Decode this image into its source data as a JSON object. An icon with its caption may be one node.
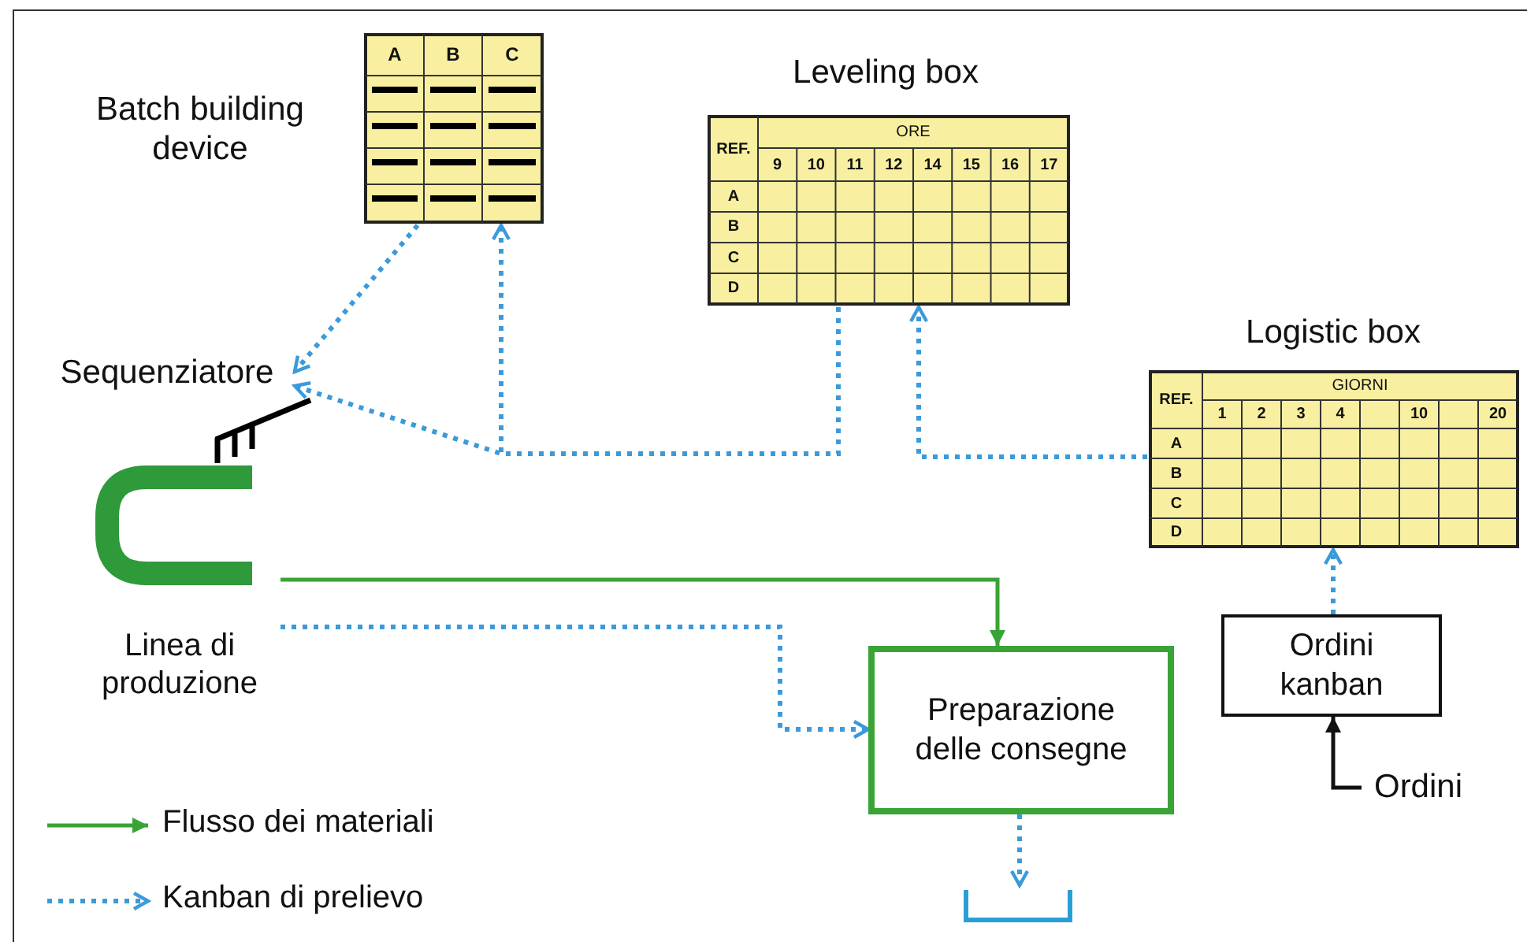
{
  "diagram": {
    "nodes": [
      {
        "text": [
          "Batch building device",
          "A",
          "B",
          "C"
        ]
      },
      {
        "text": [
          "Leveling box",
          "REF.",
          "ORE",
          "9",
          "10",
          "11",
          "12",
          "14",
          "15",
          "16",
          "17",
          "A",
          "B",
          "C",
          "D"
        ]
      },
      {
        "text": [
          "Sequenziatore"
        ]
      },
      {
        "text": [
          "Logistic box",
          "REF.",
          "GIORNI",
          "1",
          "2",
          "3",
          "4",
          "10",
          "20",
          "A",
          "B",
          "C",
          "D"
        ]
      },
      {
        "text": [
          "Linea di produzione"
        ]
      },
      {
        "text": [
          "Preparazione delle consegne"
        ]
      },
      {
        "text": [
          "Ordini kanban"
        ]
      },
      {
        "text": [
          "Ordini"
        ]
      },
      {
        "text": [],
        "shape": "box"
      }
    ],
    "edges": [
      {
        "from": 0,
        "to": 2,
        "arrow": "to",
        "style": "dashed"
      },
      {
        "from": 1,
        "to": 0,
        "arrow": "to",
        "style": "dashed"
      },
      {
        "from": 1,
        "to": 2,
        "arrow": "to",
        "style": "dashed"
      },
      {
        "from": 3,
        "to": 1,
        "arrow": "to",
        "style": "dashed"
      },
      {
        "from": 6,
        "to": 3,
        "arrow": "to",
        "style": "dashed"
      },
      {
        "from": 4,
        "to": 5,
        "arrow": "to",
        "color": "#3aa335"
      },
      {
        "from": 4,
        "to": 5,
        "arrow": "to",
        "style": "dashed"
      },
      {
        "from": 5,
        "to": 8,
        "arrow": "to",
        "style": "dashed"
      },
      {
        "from": 7,
        "to": 6,
        "arrow": "to",
        "color": "#111111"
      }
    ],
    "legend": [
      {
        "text": "Flusso dei materiali"
      },
      {
        "text": "Kanban di prelievo"
      }
    ]
  }
}
